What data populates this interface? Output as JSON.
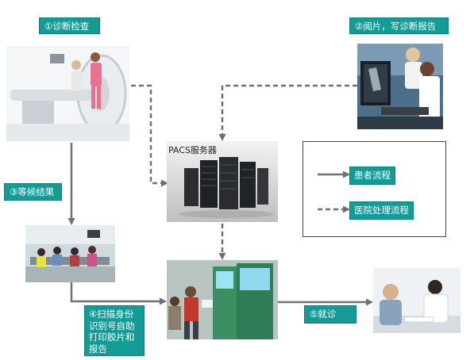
{
  "steps": {
    "step1": "①诊断检查",
    "step2": "②阅片，写诊断报告",
    "step3": "③等候结果",
    "step4": "④扫描身份\n识别号自助\n打印胶片和\n报告",
    "step5": "⑤就诊"
  },
  "server_label": "PACS服务器",
  "legend": {
    "patient_flow": "患者流程",
    "hospital_flow": "医院处理流程"
  },
  "colors": {
    "tag_bg": "#139b96",
    "arrow": "#707070"
  },
  "icons": {
    "ct": "ct-scanner-photo",
    "reading": "radiologist-reading-photo",
    "server": "server-rack-photo",
    "waiting": "waiting-room-photo",
    "kiosk": "self-service-kiosk-photo",
    "doctor": "doctor-consultation-photo"
  }
}
